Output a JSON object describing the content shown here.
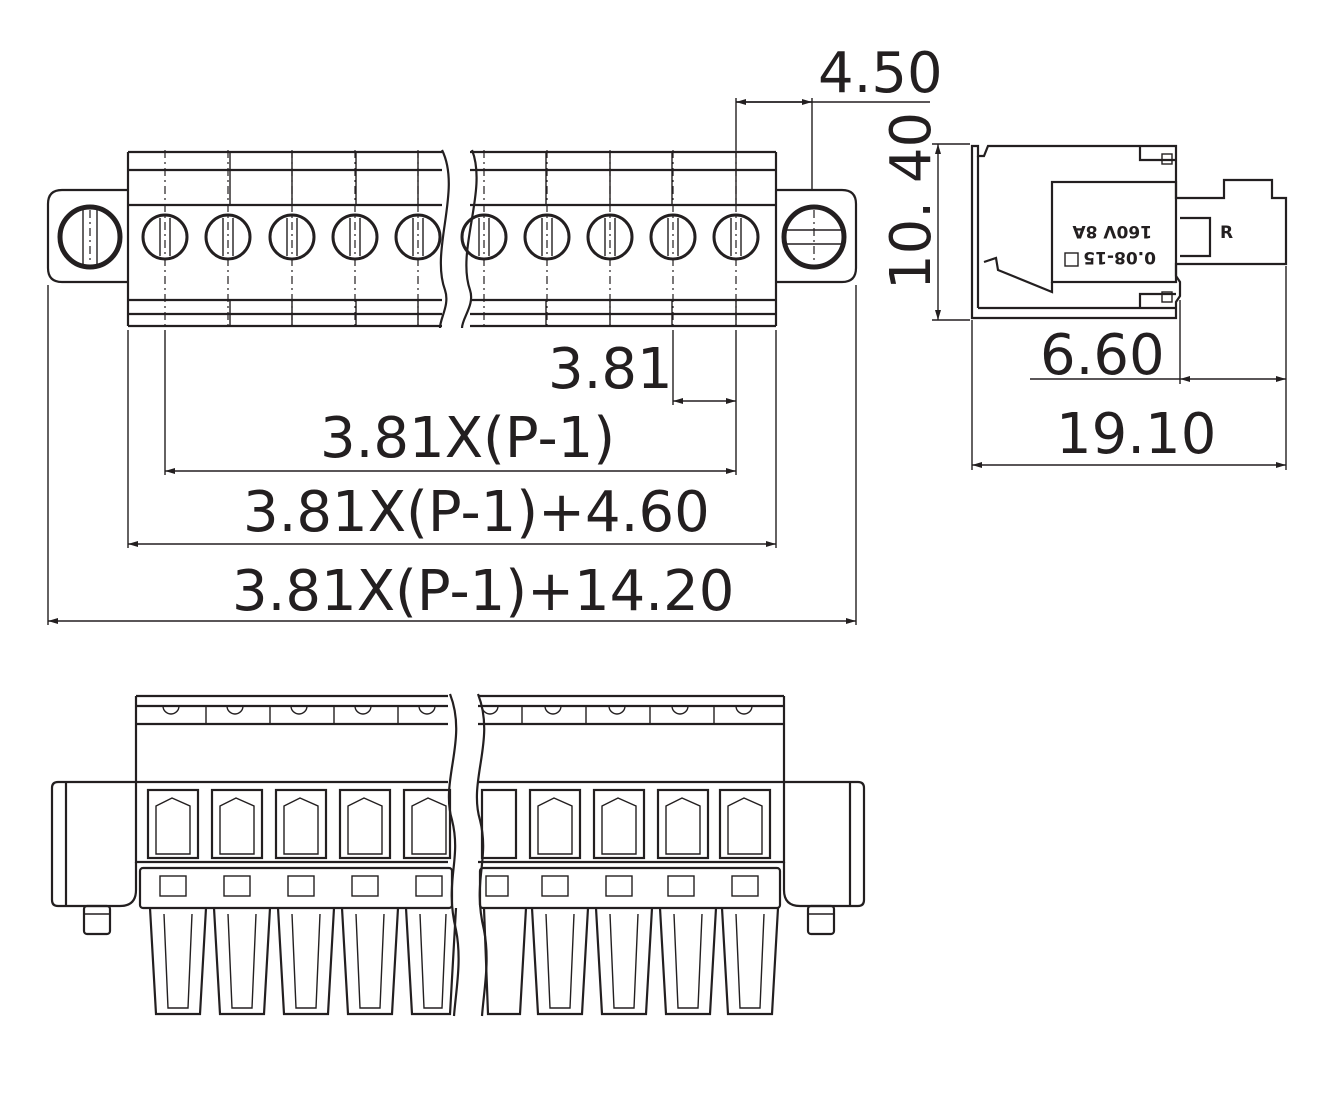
{
  "dimensions": {
    "pitch_offset": "4.50",
    "pitch": "3.81",
    "span_centers": "3.81X(P-1)",
    "span_body": "3.81X(P-1)+4.60",
    "span_total": "3.81X(P-1)+14.20",
    "height": "10. 40",
    "depth_partial": "6.60",
    "depth_total": "19.10"
  },
  "side_view_marking": {
    "letter": "R",
    "line1": "0.08-15",
    "line2": "160V 8A"
  },
  "colors": {
    "line": "#231f20",
    "background": "#ffffff"
  }
}
